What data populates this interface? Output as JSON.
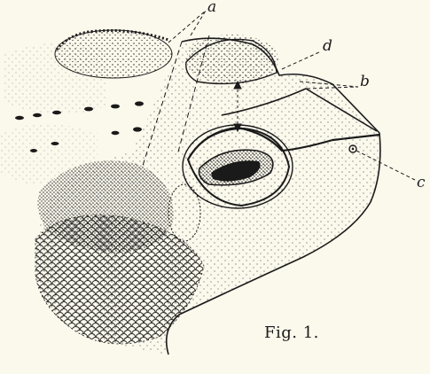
{
  "figure": {
    "caption": "Fig. 1.",
    "labels": {
      "a": "a",
      "b": "b",
      "c": "c",
      "d": "d"
    },
    "colors": {
      "paper": "#fbf8ec",
      "ink": "#1a1a1a"
    }
  }
}
